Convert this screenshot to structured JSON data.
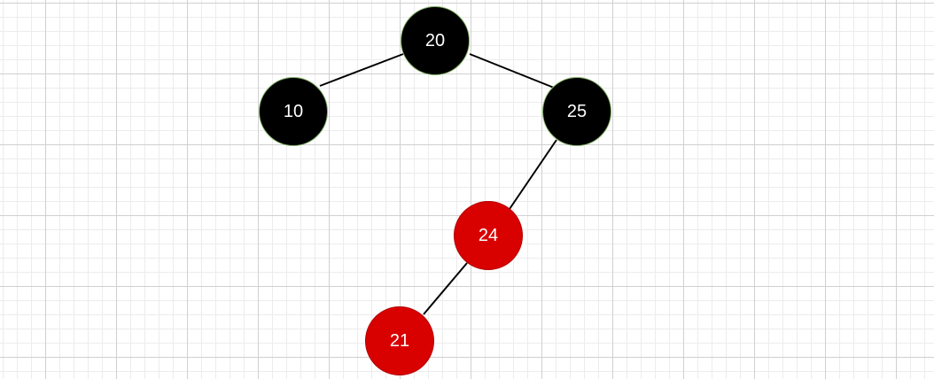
{
  "tree": {
    "nodes": [
      {
        "id": "n20",
        "label": "20",
        "color": "black"
      },
      {
        "id": "n10",
        "label": "10",
        "color": "black"
      },
      {
        "id": "n25",
        "label": "25",
        "color": "black"
      },
      {
        "id": "n24",
        "label": "24",
        "color": "red"
      },
      {
        "id": "n21",
        "label": "21",
        "color": "red"
      }
    ],
    "edges": [
      {
        "from": "20",
        "to": "10"
      },
      {
        "from": "20",
        "to": "25"
      },
      {
        "from": "25",
        "to": "24"
      },
      {
        "from": "24",
        "to": "21"
      }
    ]
  },
  "colors": {
    "black_node": "#000000",
    "red_node": "#d90000",
    "node_outline": "#82b366",
    "edge": "#000000",
    "text": "#ffffff"
  }
}
